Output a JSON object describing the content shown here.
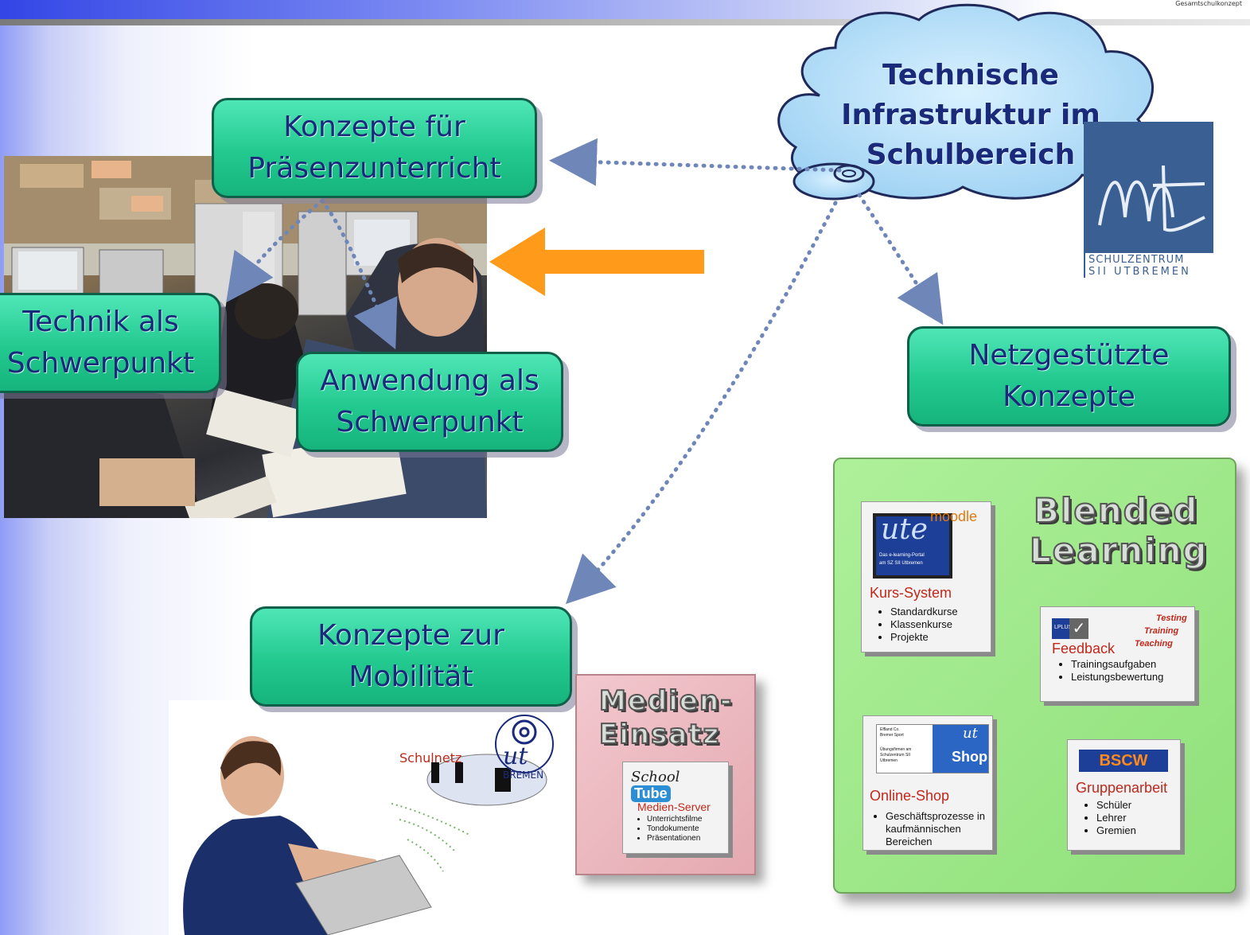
{
  "corner": {
    "text": "Gesamtschulkonzept"
  },
  "cloud": {
    "title": "Technische Infrastruktur im Schulbereich"
  },
  "logo": {
    "mark": "ut",
    "line1": "SCHULZENTRUM",
    "line2": "SII UTBREMEN"
  },
  "boxes": {
    "praesenz": {
      "line1": "Konzepte für",
      "line2": "Präsenzunterricht"
    },
    "technik": {
      "line1": "Technik als",
      "line2": "Schwerpunkt"
    },
    "anwendung": {
      "line1": "Anwendung als",
      "line2": "Schwerpunkt"
    },
    "netz": {
      "line1": "Netzgestützte",
      "line2": "Konzepte"
    },
    "mobil": {
      "line1": "Konzepte zur",
      "line2": "Mobilität"
    }
  },
  "mobile_photo": {
    "network_label": "Schulnetz",
    "logo_mark": "ut",
    "logo_city": "BREMEN"
  },
  "medien": {
    "title_line1": "Medien-",
    "title_line2": "Einsatz",
    "logo_school": "School",
    "logo_tube": "Tube",
    "card_title": "Medien-Server",
    "items": [
      "Unterrichtsfilme",
      "Tondokumente",
      "Präsentationen"
    ]
  },
  "blended": {
    "title_line1": "Blended",
    "title_line2": "Learning",
    "kurs": {
      "moodle": "moodle",
      "ute": "ute",
      "portal_line1": "Das e-learning-Portal",
      "portal_line2": "am SZ SII Utbremen",
      "title": "Kurs-System",
      "items": [
        "Standardkurse",
        "Klassenkurse",
        "Projekte"
      ]
    },
    "feedback": {
      "lplus": "LPLUS",
      "testing": "Testing",
      "training": "Training",
      "teaching": "Teaching",
      "title": "Feedback",
      "items": [
        "Trainingsaufgaben",
        "Leistungsbewertung"
      ]
    },
    "shop": {
      "mark": "ut",
      "shop_word": "Shop",
      "small_line1": "Effland Co.",
      "small_line2": "Bremer Sport",
      "small_line3": "Übungsfirmen am",
      "small_line4": "Schulzentrum SII",
      "small_line5": "Utbremen",
      "title": "Online-Shop",
      "items": [
        "Geschäftsprozesse in kaufmännischen Bereichen"
      ]
    },
    "bscw": {
      "logo": "BSCW",
      "title": "Gruppenarbeit",
      "items": [
        "Schüler",
        "Lehrer",
        "Gremien"
      ]
    }
  },
  "colors": {
    "box_green": "#22c98f",
    "box_text": "#1a2a7a",
    "arrow_orange": "#ff9a1a",
    "dotted_blue": "#6f87b8"
  }
}
